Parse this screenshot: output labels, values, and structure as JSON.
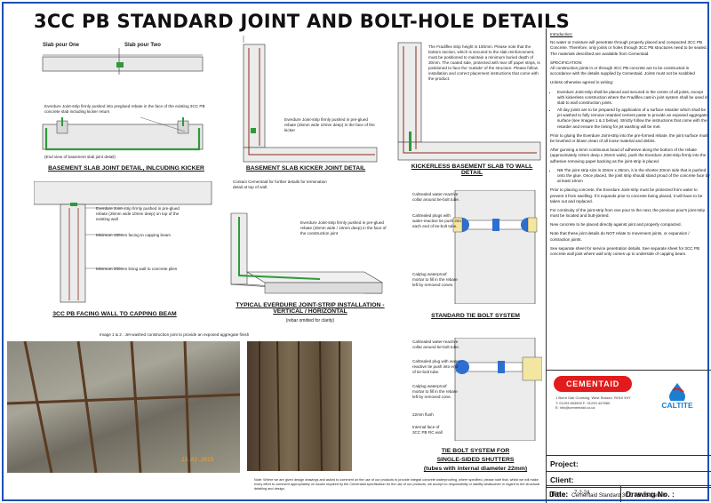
{
  "title": "3CC PB STANDARD JOINT AND BOLT-HOLE DETAILS",
  "details": {
    "basement_slab": {
      "pour_one": "Slab pour One",
      "pour_two": "Slab pour Two",
      "note": "Everdure Joint-strip firmly pushed into preglued rebate in the face of the existing 3CC PB concrete slab including kicker return",
      "subnote": "(End view of basement slab joint detail)",
      "caption": "BASEMENT SLAB JOINT DETAIL, INLCUDING KICKER"
    },
    "kicker": {
      "note": "Everdure Joint-strip firmly pushed in pre-glued rebate (25mm wide 10mm deep) in the face of the kicker",
      "caption": "BASEMENT SLAB KICKER JOINT DETAIL"
    },
    "kickerless": {
      "note": "The Fradiflex strip height is 150mm. Please note that the bottom section, which is secured to the slab reinforcement, must be positioned to maintain a minimum buried depth of 30mm. The coated side, protected with tear off paper strips, is positioned to face the 'outside' of the structure. Please follow installation and correct placement instructions that come with the product.",
      "caption": "KICKERLESS BASEMENT SLAB TO WALL DETAIL"
    },
    "facing_wall": {
      "note1": "Everdure Joint-strip firmly pushed in pre-glued rebate (25mm wide 10mm deep) on top of the existing wall",
      "note2": "Minimum 150mm facing to capping beam",
      "note3": "Minimum 200mm lining wall to concrete piles",
      "caption": "3CC PB FACING WALL TO CAPPING BEAM"
    },
    "installation": {
      "note_top": "Contact Cementaid for further details for termination detail at top of wall.",
      "note": "Everdure Joint-strip firmly pushed in pre-glued rebate (25mm wide / 10mm deep) in the face of the construction joint",
      "caption": "TYPICAL EVERDURE JOINT-STRIP INSTALLATION -VERTICAL / HORIZONTAL",
      "subcaption": "(rebar omitted for clarity)"
    },
    "tie_bolt": {
      "n1": "CalSealed water-reactive collar around tie-bolt tube.",
      "n2": "CalSealed plugs with water-reactive tie push into each end of tie-bolt tube.",
      "n3": "Calplug waterproof mortar to fill in the rebate left by removed cones.",
      "caption": "STANDARD TIE BOLT SYSTEM"
    },
    "single_sided": {
      "n1": "CalSealed water-reactive collar around tie-bolt tube.",
      "n2": "CalSealed plug with water-reactive tie push into end of tie-bolt tube.",
      "n3": "Calplug waterproof mortar to fill in the rebate left by removed cone.",
      "n4": "22mm flush",
      "n5": "Internal face of 3CC PB RC wall",
      "caption1": "TIE BOLT SYSTEM FOR",
      "caption2": "SINGLE-SIDED SHUTTERS",
      "caption3": "(tubes with internal diameter 22mm)"
    },
    "photos_caption": "Image 1 & 2 : Jet-washed construction joint to provide an exposed aggregate finish",
    "photo_date": "22.02.2019"
  },
  "notes": {
    "heading": "Introduction:",
    "p1": "No water or moisture will penetrate through properly placed and compacted 3CC PB Concrete. Therefore, only joints or holes through 3CC PB structures need to be sealed. The materials described are available from Cementaid.",
    "p2": "SPECIFICATION:",
    "p3": "All construction joints in or through 3CC PB concrete are to be constructed in accordance with the details supplied by Cementaid. Joints must not be scabbled",
    "p4": "Unless otherwise agreed in writing:",
    "b1": "Everdure Joint-strip shall be placed and secured in the centre of all joints, except with kickerless construction where the Fradiflex cast-in joint system shall be used in slab to wall construction joints.",
    "b2": "All day joints are to be prepared by application of a surface retarder which shall be jet washed to fully remove retarded cement paste to provide an exposed aggregate surface (see Images 1 & 2 below). Strictly follow the instructions that come with the retarder and ensure the timing for jet washing will be met.",
    "p5": "Prior to gluing the Everdure Joint-strip into the pre-formed rebate, the joint surface must be brushed or blown clean of all loose material and debris.",
    "p6": "After gunning a 5mm continuous bead of adhesive along the bottom of the rebate (approximately 10mm deep x 25mm wide), push the Everdure Joint-strip firmly into the adhesive removing paper backing as the joint-strip is placed.",
    "b3": "NB The joint strip size is 20mm x 25mm, it is the shorter 20mm side that is pushed onto the glue. Once placed, the joint strip should stand proud of the concrete face by at least 10mm",
    "p7": "Prior to placing concrete, the Everdure Joint-strip must be protected from water to prevent it from swelling. If it expands prior to concrete being placed, it will have to be taken out and replaced.",
    "p8": "For continuity of the joint-strip from one pour to the next, the previous pour's joint-strip must be located and butt-jointed.",
    "p9": "New concrete to be placed directly against joint and properly compacted.",
    "p10": "Note that these joint details do NOT relate to movement joints, or expansion / contraction joints.",
    "p11": "See separate sheet for service penetration details. See separate sheet for 3CC PB concrete wall joint where wall only comes up to underside of capping beam."
  },
  "brand": {
    "logo": "CEMENTAID",
    "address": "1 Burnt Oak Crossing, West Sussex, RH10 9XY",
    "tel": "T: 01293 653900  F: 01293 447880",
    "email": "E: info@cementaid.co.uk",
    "caltite": "CALTITE"
  },
  "titleblock": {
    "project_label": "Project:",
    "client_label": "Client:",
    "title_label": "Title:",
    "title_value": "Cementaid Standard 3CC PB JS Details",
    "date_label": "Date:",
    "date_value": "7-2-24",
    "drawing_label": "Drawing No. :"
  },
  "disclaimer": "Note: Where we are given design drawings and asked to comment on the use of our products to provide integral concrete waterproofing, where specified, please note that, whilst we will make every effort to comment appropriately on issues required by the Cementaid specification for the use of our products, we accept no responsibility or liability whatsoever in regard to the structural detailing and design.",
  "colors": {
    "border": "#1e4fb4",
    "logo_red": "#e21c1c",
    "caltite_blue": "#1a7fd0",
    "strip_green": "#2f9a3a",
    "plug_blue": "#2e6fd0",
    "mortar_yellow": "#f3e6a0"
  }
}
